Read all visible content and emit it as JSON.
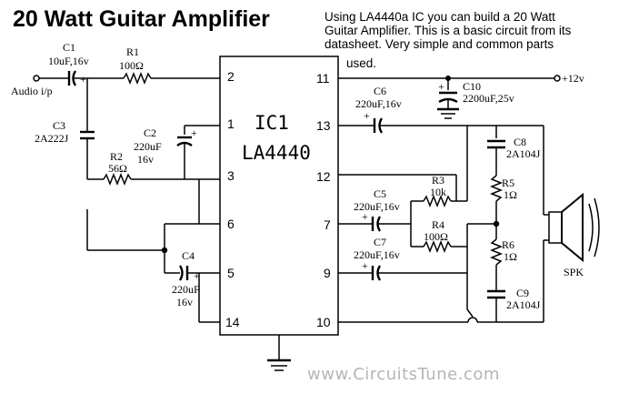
{
  "title": "20 Watt Guitar Amplifier",
  "description": [
    "Using LA4440a IC you can build a 20 Watt",
    "Guitar Amplifier. This is a basic circuit from its",
    "datasheet. Very simple and common parts",
    "used."
  ],
  "ic": {
    "ref": "IC1",
    "part": "LA4440"
  },
  "pins": [
    "2",
    "1",
    "3",
    "6",
    "5",
    "14",
    "11",
    "13",
    "12",
    "7",
    "9",
    "10"
  ],
  "input_label": "Audio i/p",
  "supply_label": "+12v",
  "speaker_label": "SPK",
  "components": {
    "c1": [
      "C1",
      "10uF,16v"
    ],
    "r1": [
      "R1",
      "100Ω"
    ],
    "c3": [
      "C3",
      "2A222J"
    ],
    "c2": [
      "C2",
      "220uF",
      "16v"
    ],
    "r2": [
      "R2",
      "56Ω"
    ],
    "c4": [
      "C4",
      "220uF",
      "16v"
    ],
    "c10": [
      "C10",
      "2200uF,25v"
    ],
    "c6": [
      "C6",
      "220uF,16v"
    ],
    "c5": [
      "C5",
      "220uF,16v"
    ],
    "c7": [
      "C7",
      "220uF,16v"
    ],
    "r3": [
      "R3",
      "10k"
    ],
    "r4": [
      "R4",
      "100Ω"
    ],
    "c8": [
      "C8",
      "2A104J"
    ],
    "r5": [
      "R5",
      "1Ω"
    ],
    "r6": [
      "R6",
      "1Ω"
    ],
    "c9": [
      "C9",
      "2A104J"
    ]
  },
  "watermark": "www.CircuitsTune.com"
}
